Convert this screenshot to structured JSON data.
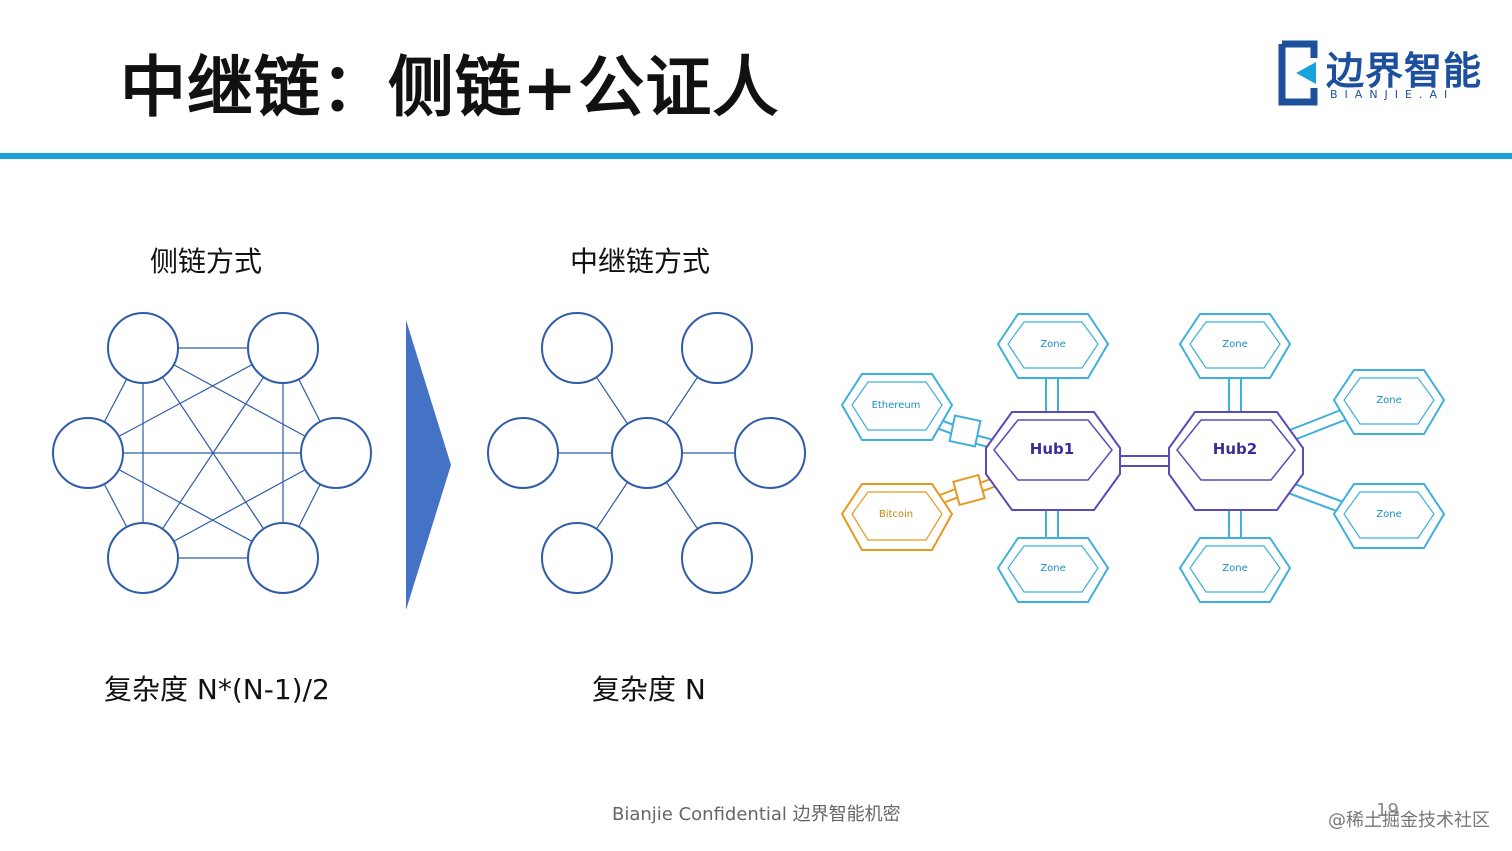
{
  "title": "中继链：侧链+公证人",
  "logo": {
    "name": "边界智能",
    "sub": "BIANJIE.AI"
  },
  "sections": {
    "sidechain": {
      "label": "侧链方式",
      "complexity": "复杂度 N*(N-1)/2"
    },
    "relay": {
      "label": "中继链方式",
      "complexity": "复杂度 N"
    }
  },
  "hub_diagram": {
    "hubs": [
      "Hub1",
      "Hub2"
    ],
    "zone_label": "Zone",
    "external_chains": [
      "Ethereum",
      "Bitcoin"
    ]
  },
  "footer": {
    "text": "Bianjie Confidential  边界智能机密",
    "page": "19"
  },
  "watermark": "@稀土掘金技术社区",
  "colors": {
    "accent": "#1aa3d8",
    "circle_stroke": "#2f5ca8",
    "arrow": "#4472c4",
    "zone": "#3fb0dc",
    "hub": "#5b4ab8",
    "bitcoin": "#e59a1f",
    "logo": "#1e4f9c"
  }
}
